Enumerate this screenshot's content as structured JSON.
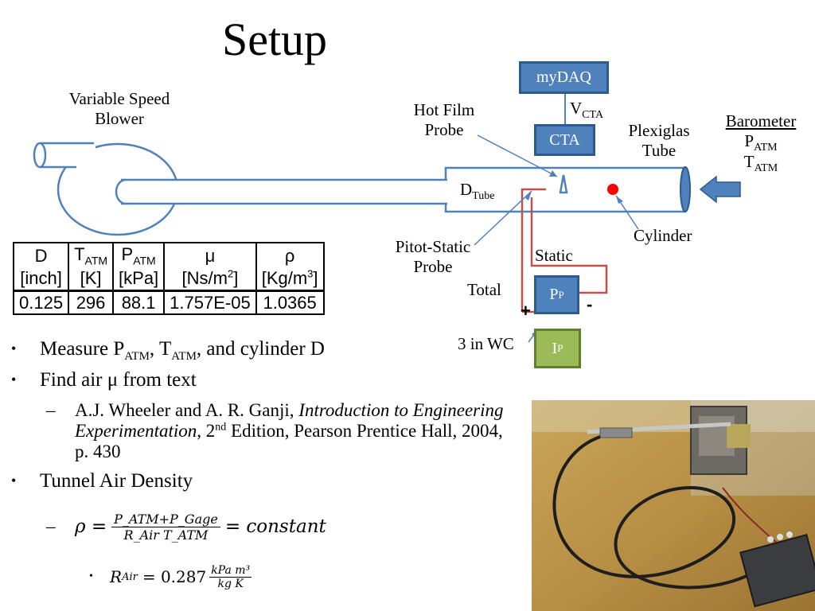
{
  "title": "Setup",
  "diagram": {
    "blower_label_1": "Variable Speed",
    "blower_label_2": "Blower",
    "hot_film_1": "Hot Film",
    "hot_film_2": "Probe",
    "mydaq": "myDAQ",
    "vcta_main": "V",
    "vcta_sub": "CTA",
    "cta": "CTA",
    "plexiglas_1": "Plexiglas",
    "plexiglas_2": "Tube",
    "barometer": "Barometer",
    "patm_main": "P",
    "patm_sub": "ATM",
    "tatm_main": "T",
    "tatm_sub": "ATM",
    "dtube_main": "D",
    "dtube_sub": "Tube",
    "cylinder": "Cylinder",
    "pitot_1": "Pitot-Static",
    "pitot_2": "Probe",
    "static": "Static",
    "total": "Total",
    "pp_main": "P",
    "pp_sub": "P",
    "plus": "+",
    "minus": "-",
    "wc": "3 in WC",
    "ip_main": "I",
    "ip_sub": "P"
  },
  "table": {
    "headers": [
      {
        "l1": "D",
        "l2": "[inch]"
      },
      {
        "l1_main": "T",
        "l1_sub": "ATM",
        "l2": "[K]"
      },
      {
        "l1_main": "P",
        "l1_sub": "ATM",
        "l2": "[kPa]"
      },
      {
        "l1": "μ",
        "l2_main": "[Ns/m",
        "l2_sup": "2",
        "l2_end": "]"
      },
      {
        "l1": "ρ",
        "l2_main": "[Kg/m",
        "l2_sup": "3",
        "l2_end": "]"
      }
    ],
    "values": [
      "0.125",
      "296",
      "88.1",
      "1.757E-05",
      "1.0365"
    ]
  },
  "bullets": {
    "b1": {
      "a": "Measure P",
      "s1": "ATM",
      "b": ", T",
      "s2": "ATM",
      "c": ", and cylinder D"
    },
    "b2": "Find air μ from text",
    "ref_a": "A.J. Wheeler and A. R. Ganji, ",
    "ref_italic": "Introduction to Engineering Experimentation",
    "ref_b": ", 2",
    "ref_sup": "nd",
    "ref_c": " Edition, Pearson Prentice Hall, 2004, p. 430",
    "b3": "Tunnel Air Density",
    "dash": "–",
    "bullet": "•",
    "eq_rho": "ρ =",
    "eq_num": "P_ATM+P_Gage",
    "eq_den": "R_Air T_ATM",
    "eq_end": "= constant",
    "rair_lhs": "R",
    "rair_sub": "Air",
    "rair_eq": "= 0.287",
    "rair_num": "kPa m³",
    "rair_den": "kg K"
  },
  "colors": {
    "blue_box": "#4f81bd",
    "green_box": "#9bbb59",
    "wire_red": "#c0504d",
    "tube_outline": "#4f81bd",
    "dot_red": "#ff0000",
    "arrow_blue": "#4f81bd"
  }
}
